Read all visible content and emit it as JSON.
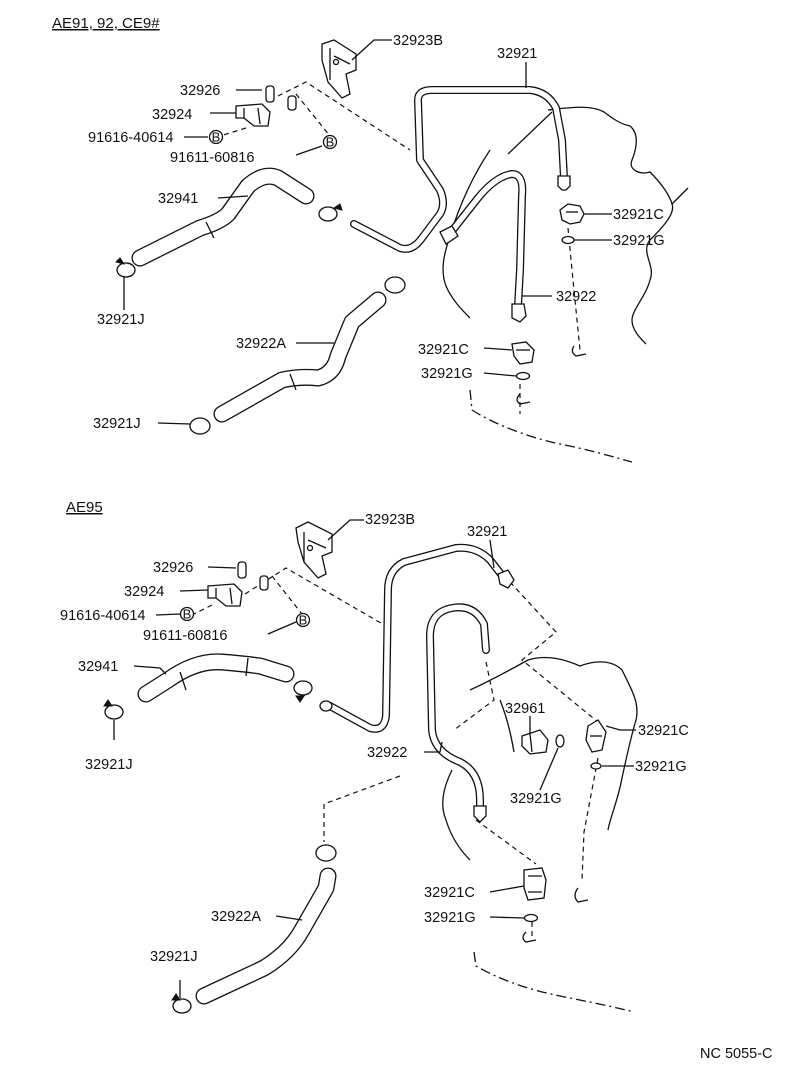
{
  "sections": [
    {
      "heading": "AE91, 92, CE9#",
      "labels": {
        "p32923B": "32923B",
        "p32921": "32921",
        "p32926": "32926",
        "p32924": "32924",
        "p91616": "91616-40614",
        "p91611": "91611-60816",
        "p32941": "32941",
        "p32921C_a": "32921C",
        "p32921G_a": "32921G",
        "p32922": "32922",
        "p32921J_a": "32921J",
        "p32922A": "32922A",
        "p32921C_b": "32921C",
        "p32921G_b": "32921G",
        "p32921J_b": "32921J"
      }
    },
    {
      "heading": "AE95",
      "labels": {
        "p32923B": "32923B",
        "p32921": "32921",
        "p32926": "32926",
        "p32924": "32924",
        "p91616": "91616-40614",
        "p91611": "91611-60816",
        "p32941": "32941",
        "p32921J_a": "32921J",
        "p32961": "32961",
        "p32921C_a": "32921C",
        "p32922": "32922",
        "p32921G_a": "32921G",
        "p32921G_b": "32921G",
        "p32922A": "32922A",
        "p32921C_b": "32921C",
        "p32921G_c": "32921G",
        "p32921J_b": "32921J"
      }
    }
  ],
  "bolt_marker": "B",
  "footer_code": "NC 5055-C"
}
